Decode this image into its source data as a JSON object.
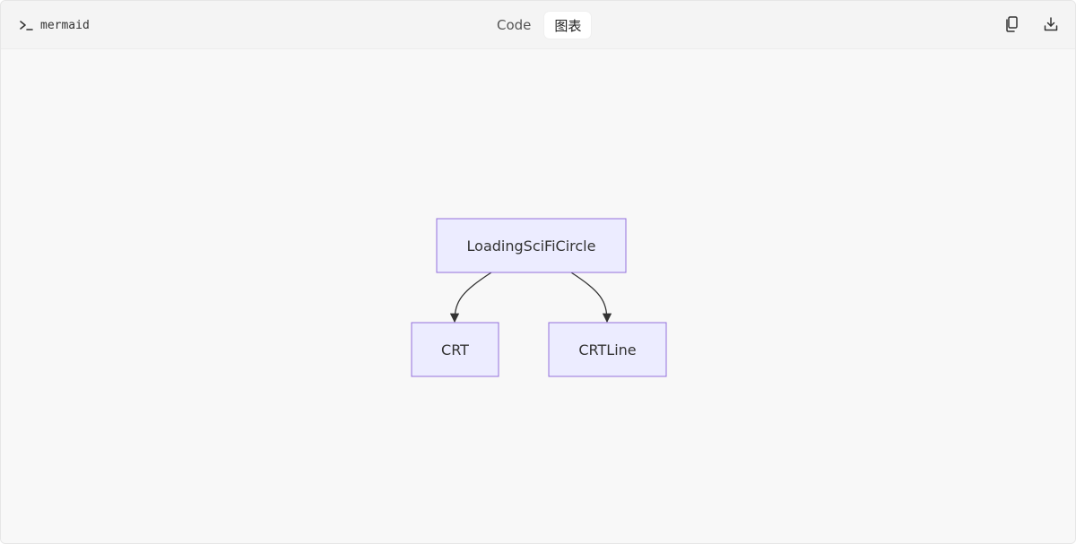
{
  "header": {
    "language_label": "mermaid",
    "language_icon": "terminal-prompt-icon",
    "tabs": [
      {
        "label": "Code",
        "active": false
      },
      {
        "label": "图表",
        "active": true
      }
    ],
    "actions": [
      {
        "name": "copy",
        "icon": "copy-icon"
      },
      {
        "name": "download",
        "icon": "download-icon"
      }
    ]
  },
  "diagram": {
    "type": "flowchart",
    "direction": "TD",
    "nodes": {
      "root": {
        "label": "LoadingSciFiCircle"
      },
      "crt": {
        "label": "CRT"
      },
      "crtline": {
        "label": "CRTLine"
      }
    },
    "edges": [
      {
        "from": "LoadingSciFiCircle",
        "to": "CRT"
      },
      {
        "from": "LoadingSciFiCircle",
        "to": "CRTLine"
      }
    ],
    "colors": {
      "node_fill": "#ececff",
      "node_stroke": "#9370db",
      "edge": "#333333"
    }
  }
}
